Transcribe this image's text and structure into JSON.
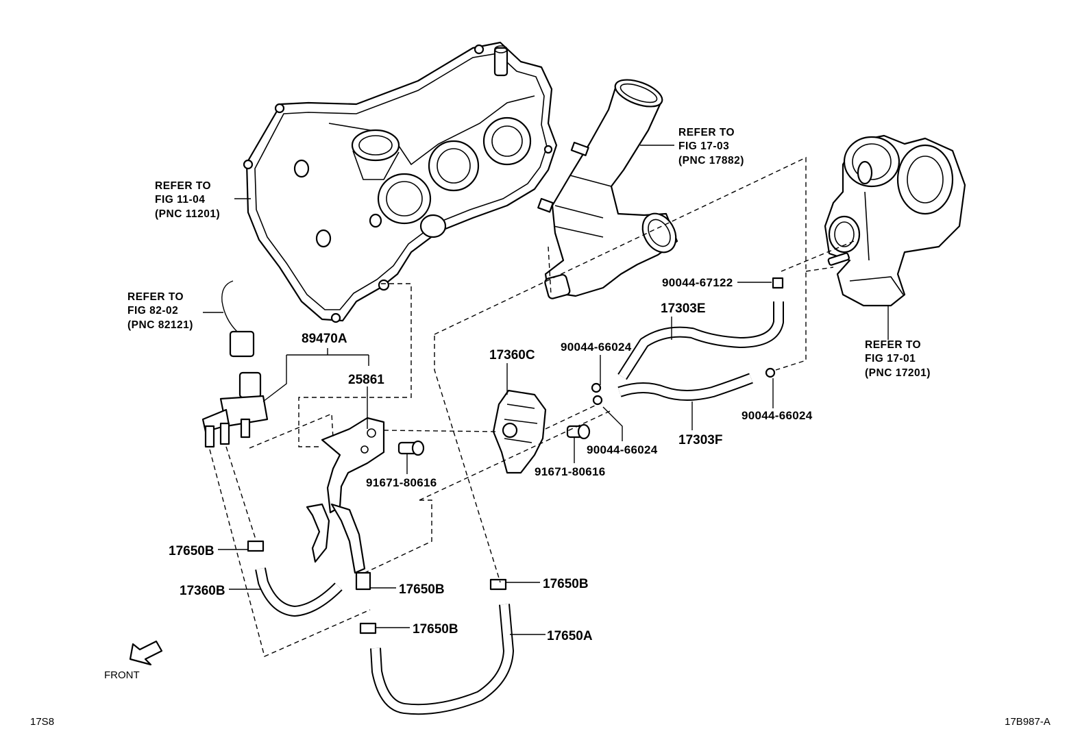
{
  "diagram": {
    "refs": {
      "fig_11_04": [
        "REFER TO",
        "FIG 11-04",
        "(PNC 11201)"
      ],
      "fig_17_03": [
        "REFER TO",
        "FIG 17-03",
        "(PNC 17882)"
      ],
      "fig_82_02": [
        "REFER TO",
        "FIG 82-02",
        "(PNC 82121)"
      ],
      "fig_17_01": [
        "REFER TO",
        "FIG 17-01",
        "(PNC 17201)"
      ]
    },
    "parts": {
      "p89470A": "89470A",
      "p25861": "25861",
      "p17360C": "17360C",
      "p17303E": "17303E",
      "p17303F": "17303F",
      "p90044_67122": "90044-67122",
      "p90044_66024_a": "90044-66024",
      "p90044_66024_b": "90044-66024",
      "p90044_66024_c": "90044-66024",
      "p91671_80616_a": "91671-80616",
      "p91671_80616_b": "91671-80616",
      "p17650B_a": "17650B",
      "p17650B_b": "17650B",
      "p17650B_c": "17650B",
      "p17650B_d": "17650B",
      "p17360B": "17360B",
      "p17650A": "17650A"
    },
    "front": "FRONT",
    "corner_left": "17S8",
    "corner_right": "17B987-A"
  }
}
